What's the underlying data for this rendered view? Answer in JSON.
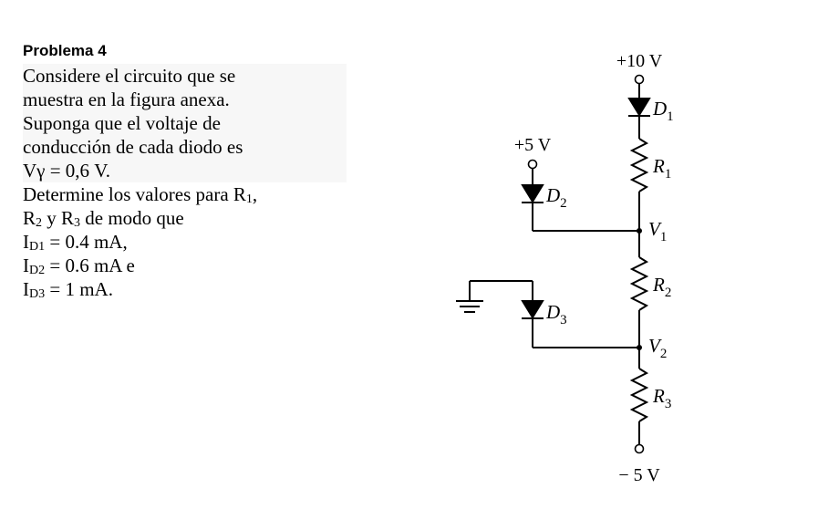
{
  "problem": {
    "title": "Problema 4",
    "paragraph1": [
      "Considere el circuito que se",
      "muestra en la figura anexa.",
      "Suponga que el voltaje de",
      "conducción de cada diodo es",
      "Vγ = 0,6 V."
    ],
    "paragraph2": {
      "l1_pre": "Determine los valores para R",
      "l1_sub": "1",
      "l1_post": ",",
      "l2_a": "R",
      "l2_a_sub": "2",
      "l2_mid": " y R",
      "l2_b_sub": "3",
      "l2_post": " de modo que",
      "i1_a": "I",
      "i1_sub": "D1",
      "i1_post": " = 0.4 mA,",
      "i2_a": "I",
      "i2_sub": "D2",
      "i2_post": " = 0.6 mA e",
      "i3_a": "I",
      "i3_sub": "D3",
      "i3_post": " = 1 mA."
    }
  },
  "circuit": {
    "supply_top": "+10 V",
    "supply_left": "+5 V",
    "supply_bottom": "− 5 V",
    "d1": {
      "letter": "D",
      "sub": "1"
    },
    "d2": {
      "letter": "D",
      "sub": "2"
    },
    "d3": {
      "letter": "D",
      "sub": "3"
    },
    "r1": {
      "letter": "R",
      "sub": "1"
    },
    "r2": {
      "letter": "R",
      "sub": "2"
    },
    "r3": {
      "letter": "R",
      "sub": "3"
    },
    "v1": {
      "letter": "V",
      "sub": "1"
    },
    "v2": {
      "letter": "V",
      "sub": "2"
    }
  }
}
